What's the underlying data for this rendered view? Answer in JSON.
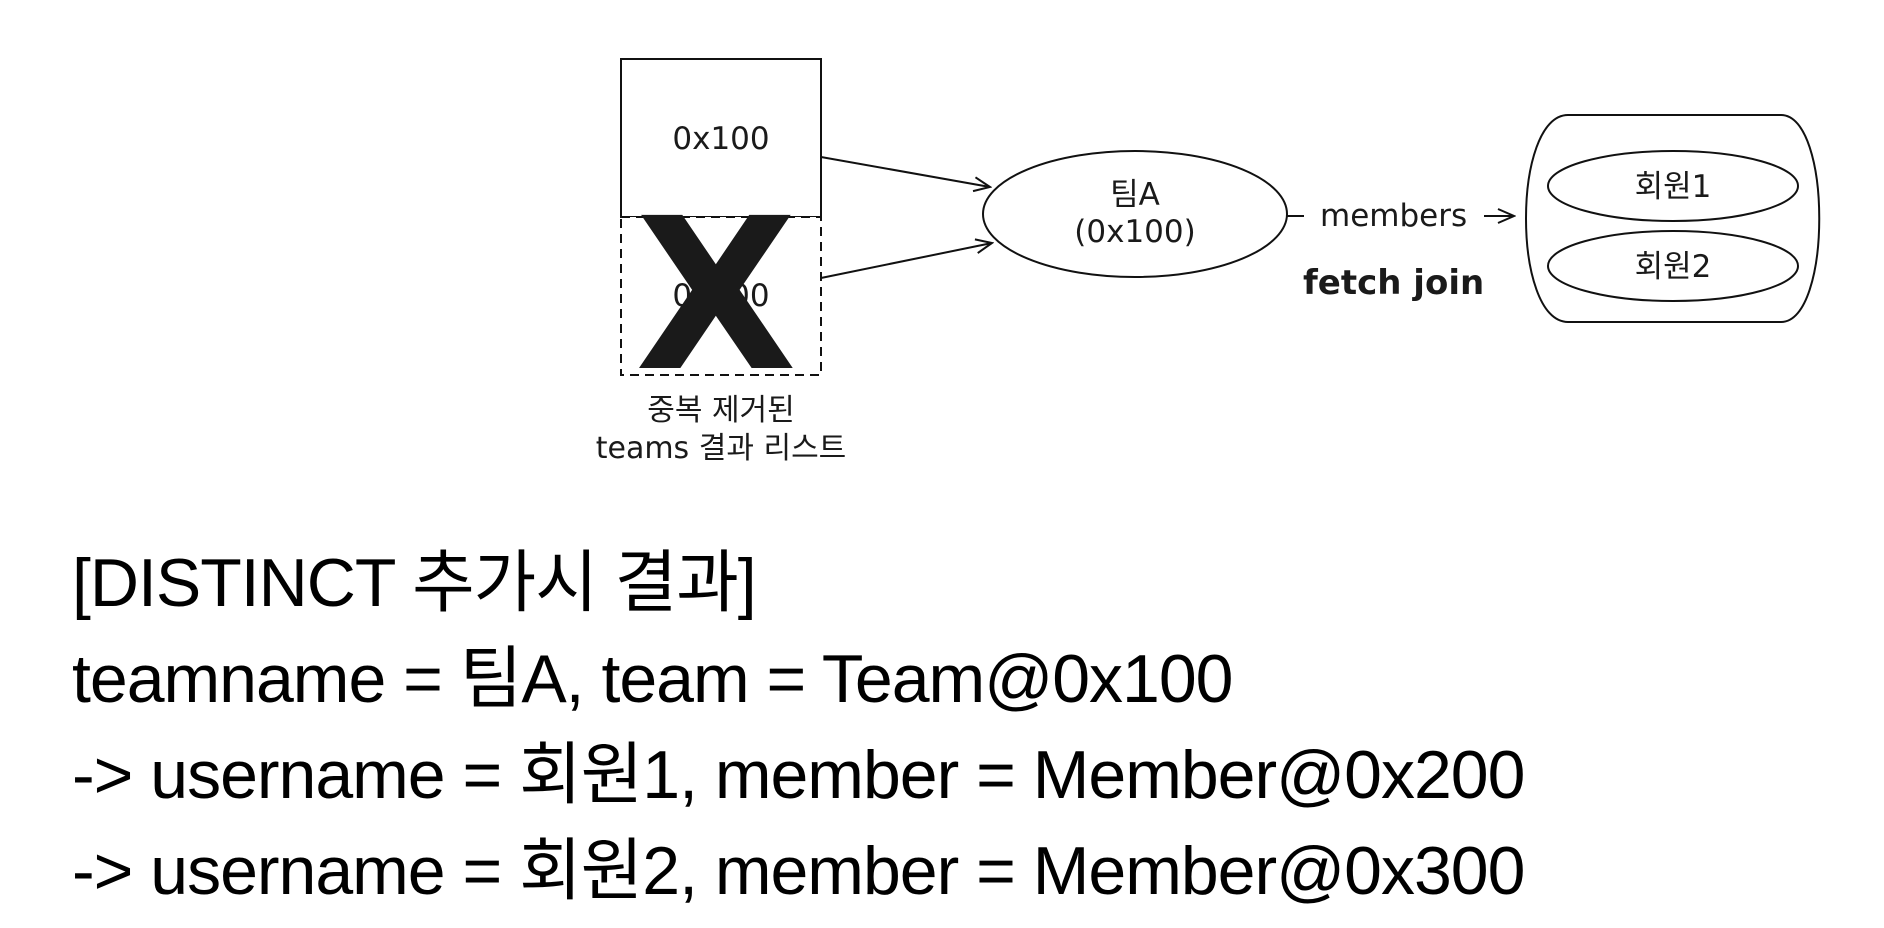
{
  "diagram": {
    "list_label_line1": "중복 제거된",
    "list_label_line2": "teams 결과 리스트",
    "row1_address": "0x100",
    "row2_address": "0x100",
    "removed_mark": "X",
    "team_name": "팀A",
    "team_address": "(0x100)",
    "relation_label": "members",
    "fetch_label": "fetch join",
    "members": [
      "회원1",
      "회원2"
    ]
  },
  "result": {
    "heading": "[DISTINCT 추가시 결과]",
    "lines": [
      "teamname = 팀A, team = Team@0x100",
      "-> username = 회원1, member = Member@0x200",
      "-> username = 회원2, member = Member@0x300"
    ]
  }
}
